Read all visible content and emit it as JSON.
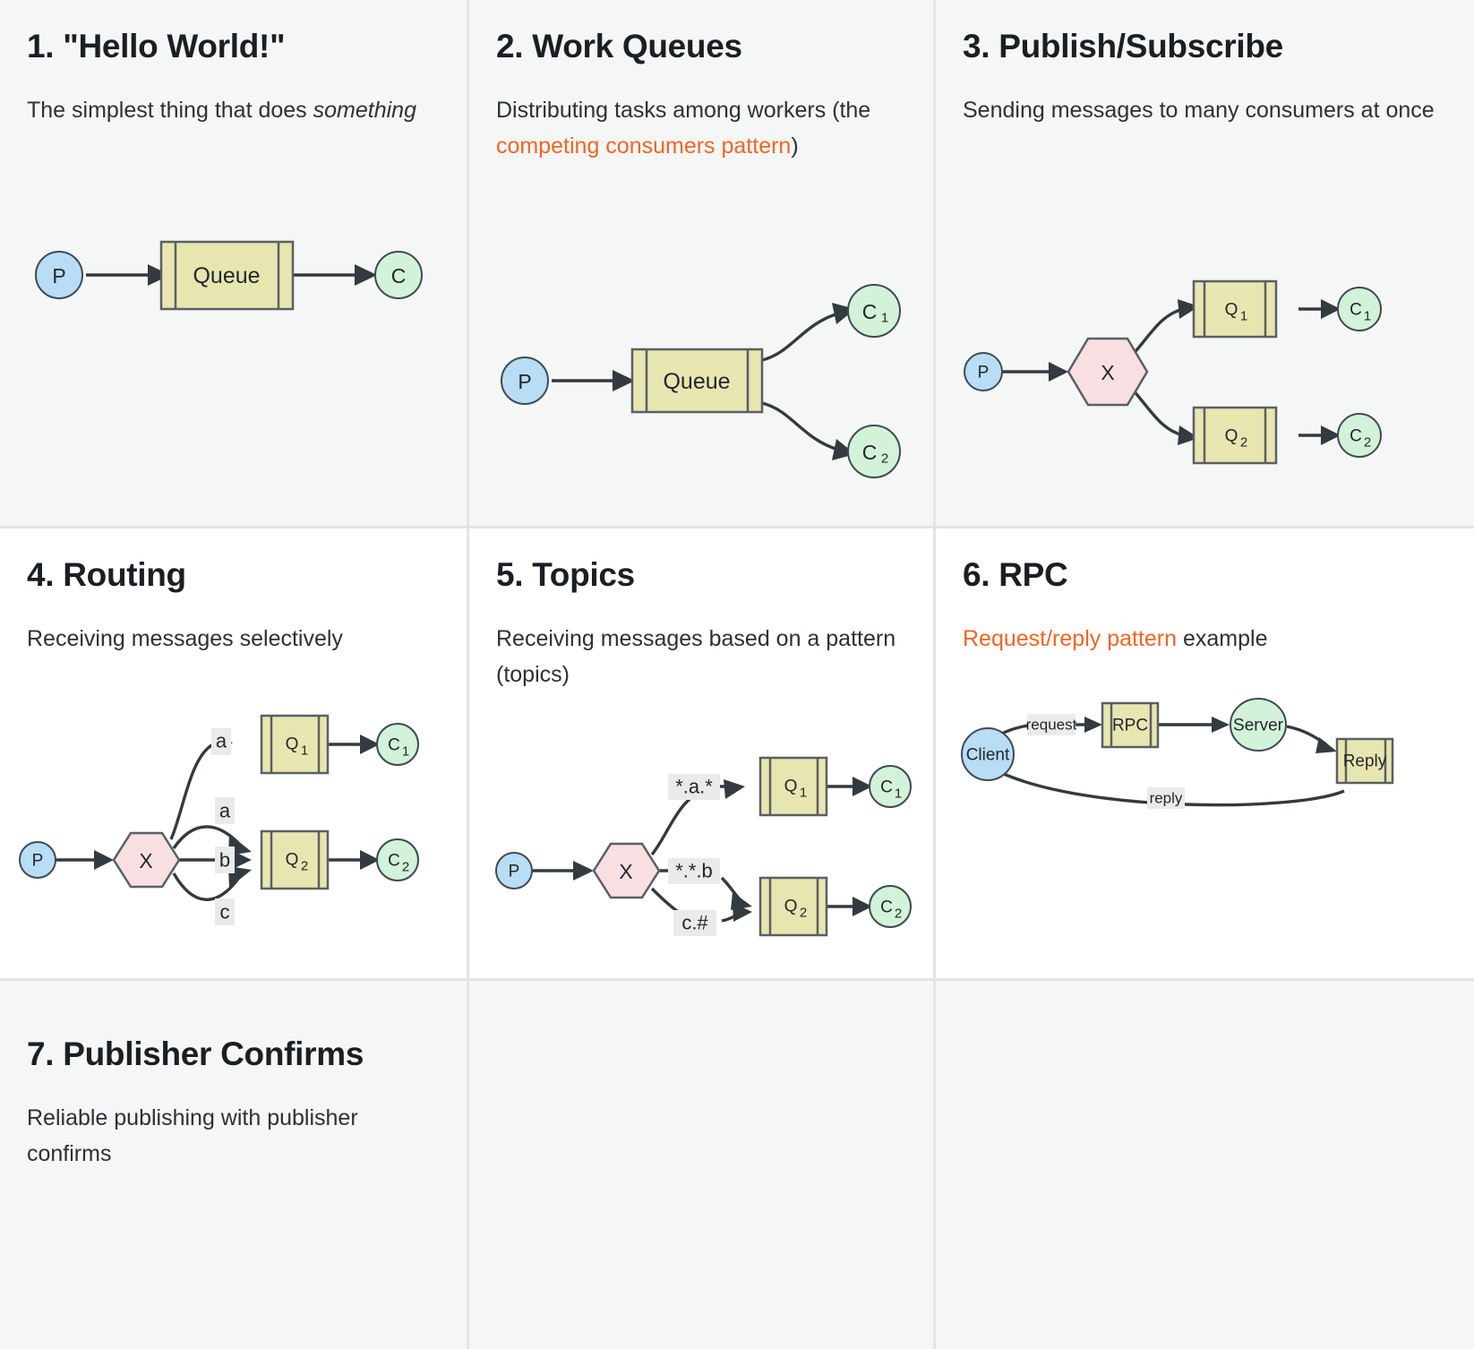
{
  "page": {
    "background": "#ffffff",
    "divider_color": "#e3e4e8",
    "accent_color": "#f26522",
    "shaded_cell_bg": "#f5f6f6"
  },
  "palette": {
    "producer_fill": "#b8ddf5",
    "consumer_fill": "#d2f2d9",
    "queue_fill": "#e8e6b0",
    "exchange_fill": "#f7dfe2",
    "edge_stroke": "#333a40",
    "label_bg": "#eaeaea"
  },
  "cards": [
    {
      "id": "hello-world",
      "title": "1. \"Hello World!\"",
      "desc_parts": [
        {
          "text": "The simplest thing that does ",
          "style": "normal"
        },
        {
          "text": "something",
          "style": "italic"
        }
      ],
      "desc_plain": "The simplest thing that does something",
      "diagram": {
        "name": "hello-world-diagram",
        "nodes": [
          {
            "kind": "producer",
            "label": "P"
          },
          {
            "kind": "queue",
            "label": "Queue"
          },
          {
            "kind": "consumer",
            "label": "C"
          }
        ],
        "edges": [
          {
            "from": "P",
            "to": "Queue",
            "label": ""
          },
          {
            "from": "Queue",
            "to": "C",
            "label": ""
          }
        ]
      }
    },
    {
      "id": "work-queues",
      "title": "2. Work Queues",
      "desc_parts": [
        {
          "text": "Distributing tasks among workers (the ",
          "style": "normal"
        },
        {
          "text": "competing consumers pattern",
          "style": "accent"
        },
        {
          "text": ")",
          "style": "normal"
        }
      ],
      "desc_plain": "Distributing tasks among workers (the competing consumers pattern)",
      "diagram": {
        "name": "work-queues-diagram",
        "nodes": [
          {
            "kind": "producer",
            "label": "P"
          },
          {
            "kind": "queue",
            "label": "Queue"
          },
          {
            "kind": "consumer",
            "label": "C",
            "sub": "1"
          },
          {
            "kind": "consumer",
            "label": "C",
            "sub": "2"
          }
        ],
        "edges": [
          {
            "from": "P",
            "to": "Queue",
            "label": ""
          },
          {
            "from": "Queue",
            "to": "C1",
            "label": ""
          },
          {
            "from": "Queue",
            "to": "C2",
            "label": ""
          }
        ]
      }
    },
    {
      "id": "publish-subscribe",
      "title": "3. Publish/Subscribe",
      "desc_parts": [
        {
          "text": "Sending messages to many consumers at once",
          "style": "normal"
        }
      ],
      "desc_plain": "Sending messages to many consumers at once",
      "diagram": {
        "name": "publish-subscribe-diagram",
        "nodes": [
          {
            "kind": "producer",
            "label": "P"
          },
          {
            "kind": "exchange",
            "label": "X"
          },
          {
            "kind": "queue",
            "label": "Q",
            "sub": "1"
          },
          {
            "kind": "queue",
            "label": "Q",
            "sub": "2"
          },
          {
            "kind": "consumer",
            "label": "C",
            "sub": "1"
          },
          {
            "kind": "consumer",
            "label": "C",
            "sub": "2"
          }
        ],
        "edges": [
          {
            "from": "P",
            "to": "X",
            "label": ""
          },
          {
            "from": "X",
            "to": "Q1",
            "label": ""
          },
          {
            "from": "X",
            "to": "Q2",
            "label": ""
          },
          {
            "from": "Q1",
            "to": "C1",
            "label": ""
          },
          {
            "from": "Q2",
            "to": "C2",
            "label": ""
          }
        ]
      }
    },
    {
      "id": "routing",
      "title": "4. Routing",
      "desc_parts": [
        {
          "text": "Receiving messages selectively",
          "style": "normal"
        }
      ],
      "desc_plain": "Receiving messages selectively",
      "diagram": {
        "name": "routing-diagram",
        "nodes": [
          {
            "kind": "producer",
            "label": "P"
          },
          {
            "kind": "exchange",
            "label": "X"
          },
          {
            "kind": "queue",
            "label": "Q",
            "sub": "1"
          },
          {
            "kind": "queue",
            "label": "Q",
            "sub": "2"
          },
          {
            "kind": "consumer",
            "label": "C",
            "sub": "1"
          },
          {
            "kind": "consumer",
            "label": "C",
            "sub": "2"
          }
        ],
        "edges": [
          {
            "from": "P",
            "to": "X",
            "label": ""
          },
          {
            "from": "X",
            "to": "Q1",
            "label": "a"
          },
          {
            "from": "X",
            "to": "Q2",
            "label": "a"
          },
          {
            "from": "X",
            "to": "Q2",
            "label": "b"
          },
          {
            "from": "X",
            "to": "Q2",
            "label": "c"
          },
          {
            "from": "Q1",
            "to": "C1",
            "label": ""
          },
          {
            "from": "Q2",
            "to": "C2",
            "label": ""
          }
        ],
        "binding_keys": [
          "a",
          "a",
          "b",
          "c"
        ]
      }
    },
    {
      "id": "topics",
      "title": "5. Topics",
      "desc_parts": [
        {
          "text": "Receiving messages based on a pattern (topics)",
          "style": "normal"
        }
      ],
      "desc_plain": "Receiving messages based on a pattern (topics)",
      "diagram": {
        "name": "topics-diagram",
        "nodes": [
          {
            "kind": "producer",
            "label": "P"
          },
          {
            "kind": "exchange",
            "label": "X"
          },
          {
            "kind": "queue",
            "label": "Q",
            "sub": "1"
          },
          {
            "kind": "queue",
            "label": "Q",
            "sub": "2"
          },
          {
            "kind": "consumer",
            "label": "C",
            "sub": "1"
          },
          {
            "kind": "consumer",
            "label": "C",
            "sub": "2"
          }
        ],
        "edges": [
          {
            "from": "P",
            "to": "X",
            "label": ""
          },
          {
            "from": "X",
            "to": "Q1",
            "label": "*.a.*"
          },
          {
            "from": "X",
            "to": "Q2",
            "label": "*.*.b"
          },
          {
            "from": "X",
            "to": "Q2",
            "label": "c.#"
          },
          {
            "from": "Q1",
            "to": "C1",
            "label": ""
          },
          {
            "from": "Q2",
            "to": "C2",
            "label": ""
          }
        ],
        "binding_keys": [
          "*.a.*",
          "*.*.b",
          "c.#"
        ]
      }
    },
    {
      "id": "rpc",
      "title": "6. RPC",
      "desc_parts": [
        {
          "text": "Request/reply pattern",
          "style": "accent"
        },
        {
          "text": " example",
          "style": "normal"
        }
      ],
      "desc_plain": "Request/reply pattern example",
      "diagram": {
        "name": "rpc-diagram",
        "nodes": [
          {
            "kind": "producer",
            "label": "Client"
          },
          {
            "kind": "queue",
            "label": "RPC"
          },
          {
            "kind": "consumer",
            "label": "Server"
          },
          {
            "kind": "queue",
            "label": "Reply"
          }
        ],
        "edges": [
          {
            "from": "Client",
            "to": "RPC",
            "label": "request"
          },
          {
            "from": "RPC",
            "to": "Server",
            "label": ""
          },
          {
            "from": "Server",
            "to": "Reply",
            "label": ""
          },
          {
            "from": "Reply",
            "to": "Client",
            "label": "reply"
          }
        ]
      }
    },
    {
      "id": "publisher-confirms",
      "title": "7. Publisher Confirms",
      "desc_parts": [
        {
          "text": "Reliable publishing with publisher confirms",
          "style": "normal"
        }
      ],
      "desc_plain": "Reliable publishing with publisher confirms",
      "diagram": null
    },
    {
      "id": "empty-cell-1",
      "title": "",
      "desc_parts": [],
      "desc_plain": "",
      "diagram": null
    },
    {
      "id": "empty-cell-2",
      "title": "",
      "desc_parts": [],
      "desc_plain": "",
      "diagram": null
    }
  ]
}
